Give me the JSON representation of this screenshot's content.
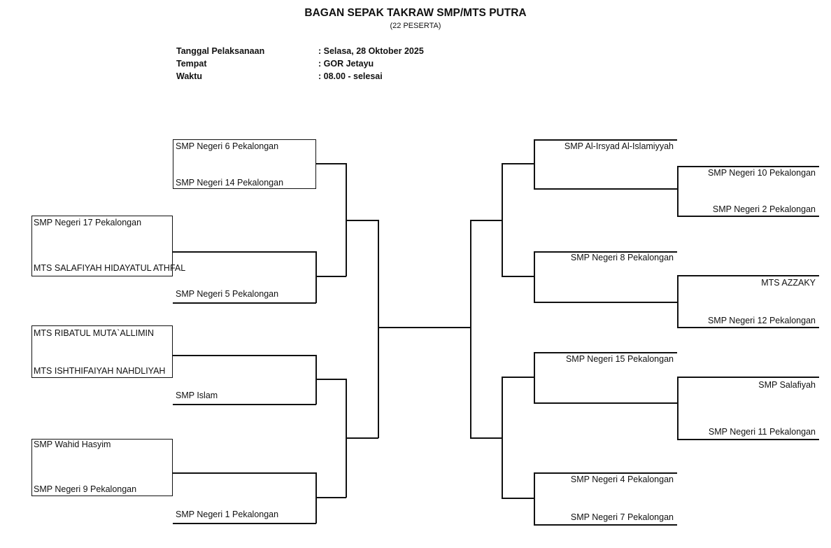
{
  "header": {
    "title": "BAGAN SEPAK TAKRAW SMP/MTS PUTRA",
    "subtitle": "(22 PESERTA)",
    "info": [
      {
        "label": "Tanggal Pelaksanaan",
        "value": ": Selasa, 28 Oktober 2025"
      },
      {
        "label": "Tempat",
        "value": ": GOR Jetayu"
      },
      {
        "label": "Waktu",
        "value": ": 08.00 - selesai"
      }
    ]
  },
  "bracket": {
    "left": {
      "play_in": [
        {
          "team1": "SMP Negeri 17 Pekalongan",
          "team2": "MTS SALAFIYAH HIDAYATUL ATHFAL"
        },
        {
          "team1": "MTS RIBATUL MUTA`ALLIMIN",
          "team2": "MTS ISHTHIFAIYAH NAHDLIYAH"
        },
        {
          "team1": "SMP Wahid Hasyim",
          "team2": "SMP Negeri 9 Pekalongan"
        }
      ],
      "quarterfinals": [
        {
          "team1": "SMP Negeri 6 Pekalongan",
          "team2": "SMP Negeri 14 Pekalongan"
        },
        {
          "team2": "SMP Negeri 5 Pekalongan"
        },
        {
          "team2": "SMP Islam"
        },
        {
          "team2": "SMP Negeri 1 Pekalongan"
        }
      ]
    },
    "right": {
      "play_in": [
        {
          "team1": "SMP Negeri 10 Pekalongan",
          "team2": "SMP Negeri 2 Pekalongan"
        },
        {
          "team1": "MTS AZZAKY",
          "team2": "SMP Negeri 12 Pekalongan"
        },
        {
          "team1": "SMP Salafiyah",
          "team2": "SMP Negeri 11 Pekalongan"
        }
      ],
      "quarterfinals": [
        {
          "team1": "SMP Al-Irsyad Al-Islamiyyah"
        },
        {
          "team1": "SMP Negeri 8 Pekalongan"
        },
        {
          "team1": "SMP Negeri 15 Pekalongan"
        },
        {
          "team1": "SMP Negeri 4 Pekalongan",
          "team2": "SMP Negeri 7 Pekalongan"
        }
      ]
    }
  }
}
